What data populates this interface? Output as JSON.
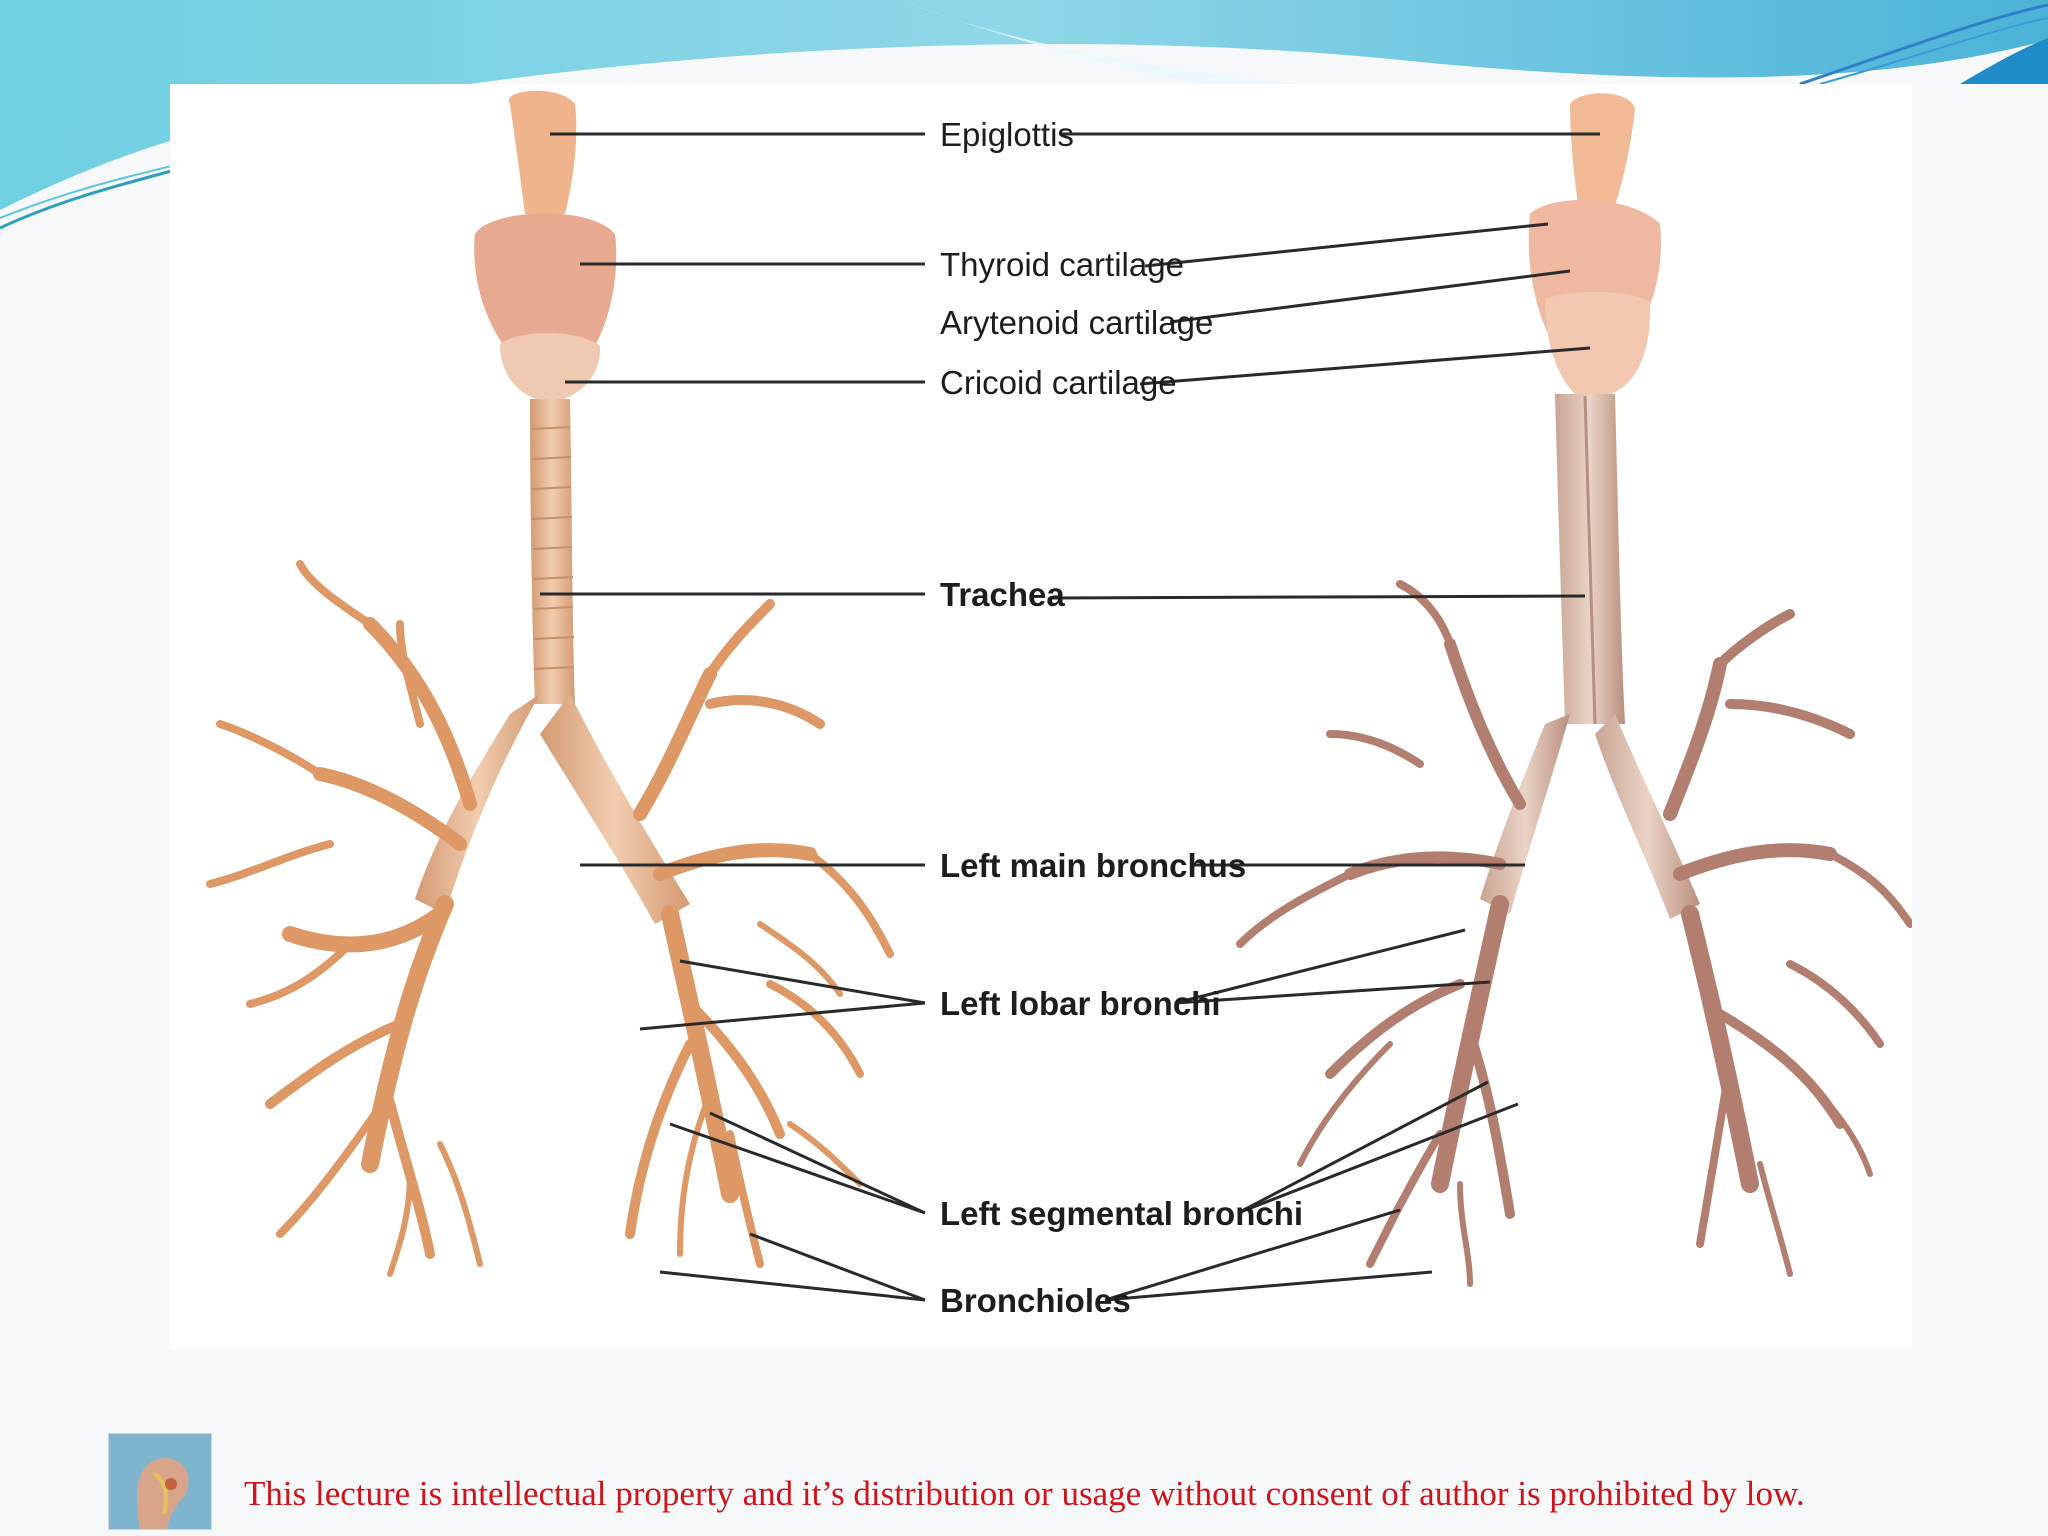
{
  "diagram": {
    "labels": {
      "epiglottis": "Epiglottis",
      "thyroid": "Thyroid cartilage",
      "arytenoid": "Arytenoid cartilage",
      "cricoid": "Cricoid cartilage",
      "trachea": "Trachea",
      "left_main": "Left main bronchus",
      "left_lobar": "Left lobar bronchi",
      "left_segmental": "Left segmental bronchi",
      "bronchioles": "Bronchioles"
    }
  },
  "footer": {
    "notice": "This lecture is intellectual property and it’s distribution or usage without consent of author is prohibited by low."
  },
  "colors": {
    "accent_blue": "#5cc6dc",
    "specimen_left": "#e3a77a",
    "specimen_right": "#b98a78",
    "notice_red": "#d0121b"
  }
}
